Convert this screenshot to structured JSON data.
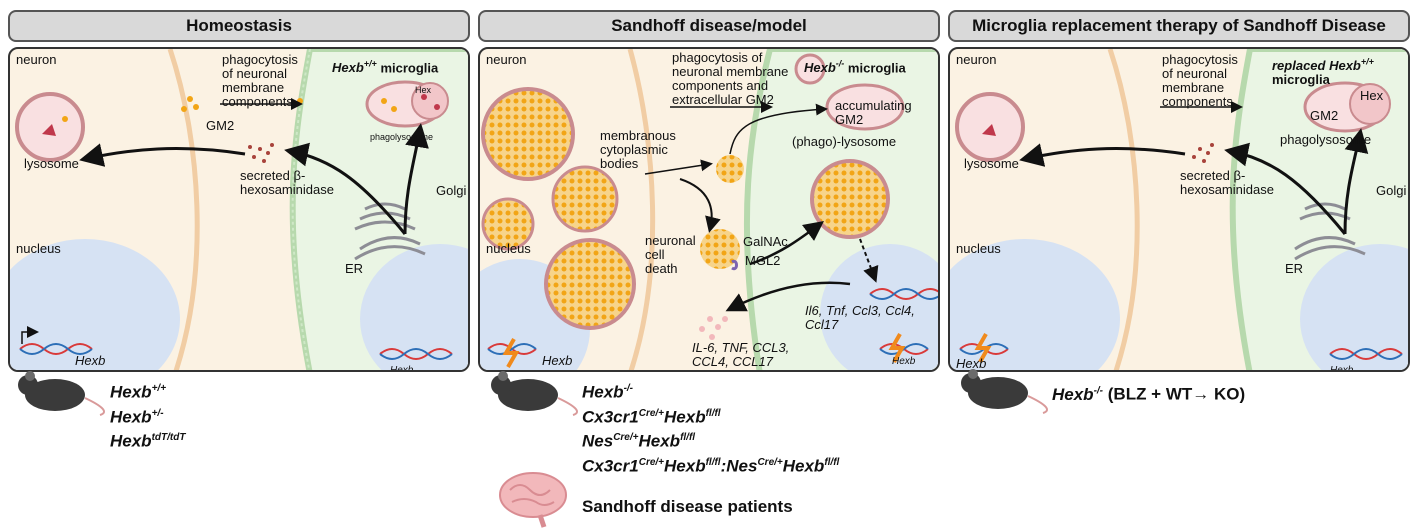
{
  "panels": [
    {
      "title": "Homeostasis",
      "labels": {
        "neuron": "neuron",
        "microglia": "microglia",
        "phago": "phagocytosis of neuronal membrane components",
        "gm2": "GM2",
        "hex": "Hex",
        "phagolysosome": "phagolysosome",
        "lysosome": "lysosome",
        "secreted": "secreted β-hexosaminidase",
        "golgi": "Golgi",
        "nucleus": "nucleus",
        "er": "ER",
        "gene": "Hexb"
      }
    },
    {
      "title": "Sandhoff disease/model",
      "labels": {
        "neuron": "neuron",
        "microglia": "microglia",
        "phago": "phagocytosis of neuronal membrane components and extracellular GM2",
        "accum": "accumulating GM2",
        "phagolys": "(phago)-lysosome",
        "mcb": "membranous cytoplasmic bodies",
        "nucleus": "nucleus",
        "death": "neuronal cell death",
        "galnac": "GalNAc",
        "mgl2": "MGL2",
        "cyto_genes": "Il6, Tnf, Ccl3, Ccl4, Ccl17",
        "cyto_proteins": "IL-6, TNF, CCL3, CCL4, CCL17",
        "gene": "Hexb"
      }
    },
    {
      "title": "Microglia replacement therapy of Sandhoff Disease",
      "labels": {
        "neuron": "neuron",
        "microglia": "microglia",
        "phago": "phagocytosis of neuronal membrane components",
        "gm2": "GM2",
        "hex": "Hex",
        "phagolysosome": "phagolysosome",
        "lysosome": "lysosome",
        "secreted": "secreted β-hexosaminidase",
        "golgi": "Golgi",
        "nucleus": "nucleus",
        "er": "ER",
        "gene": "Hexb"
      }
    }
  ],
  "genotypes": {
    "panel1": [
      "Hexb+/+",
      "Hexb+/-",
      "HexbtdT/tdT"
    ],
    "panel2": [
      "Hexb-/-",
      "Cx3cr1Cre/+Hexbfl/fl",
      "NesCre/+Hexbfl/fl",
      "Cx3cr1Cre/+Hexbfl/fl:NesCre/+Hexbfl/fl"
    ],
    "panel3": "Hexb-/- (BLZ + WT→ KO)",
    "patients": "Sandhoff disease patients"
  },
  "colors": {
    "header_bg": "#d9d9d9",
    "neuron": "#fbf2e3",
    "microglia": "#eaf5e4",
    "nucleus": "#d6e2f3",
    "lysosome": "#f2c6c9",
    "gm2": "#f2a516",
    "hex": "#c0384b",
    "dna_red": "#d93a3a",
    "dna_blue": "#2d6fb7",
    "mouse": "#3a3a3a"
  }
}
